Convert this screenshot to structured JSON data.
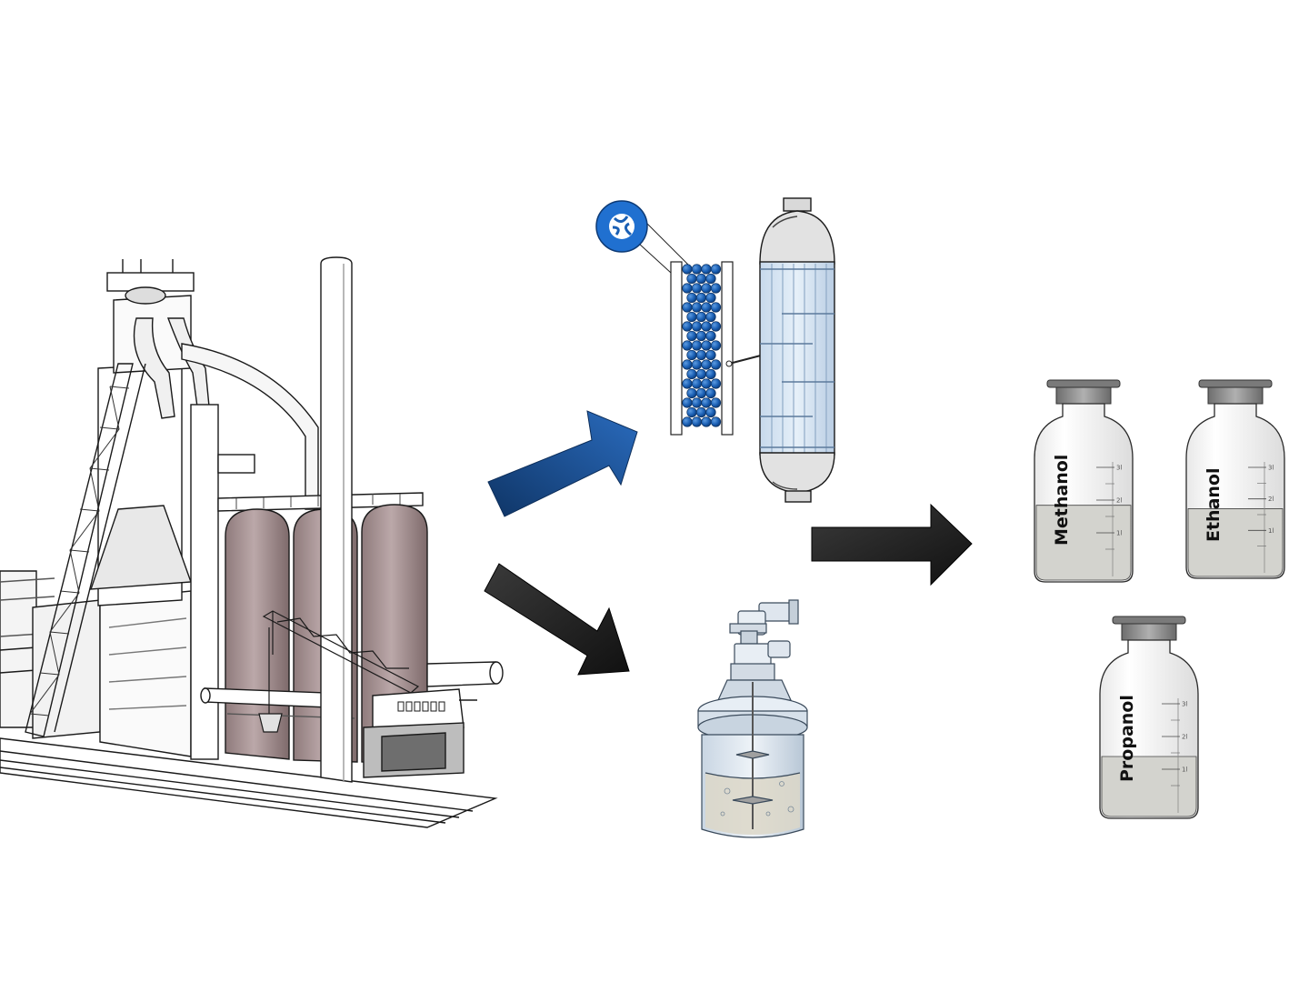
{
  "colors": {
    "background": "#ffffff",
    "ink": "#1a1a1a",
    "silo": "#b5a2a3",
    "catalyst_blue": "#1a5fb4",
    "arrow_blue": "#1d4f91",
    "arrow_black": "#1f1f1f",
    "reactor_tint": "#dde9f5",
    "liquid": "#d6d6d2",
    "cap": "#8a8a8a"
  },
  "diagram": {
    "source": {
      "name": "steel-mill-blast-furnace"
    },
    "processes": [
      {
        "name": "catalytic-fixed-bed-reactor",
        "arrow_color": "blue"
      },
      {
        "name": "bioreactor-fermenter",
        "arrow_color": "black"
      }
    ],
    "products": [
      {
        "label": "Methanol",
        "scale": [
          "3l",
          "2l",
          "1l"
        ]
      },
      {
        "label": "Ethanol",
        "scale": [
          "3l",
          "2l",
          "1l"
        ]
      },
      {
        "label": "Propanol",
        "scale": [
          "3l",
          "2l",
          "1l"
        ]
      }
    ]
  }
}
